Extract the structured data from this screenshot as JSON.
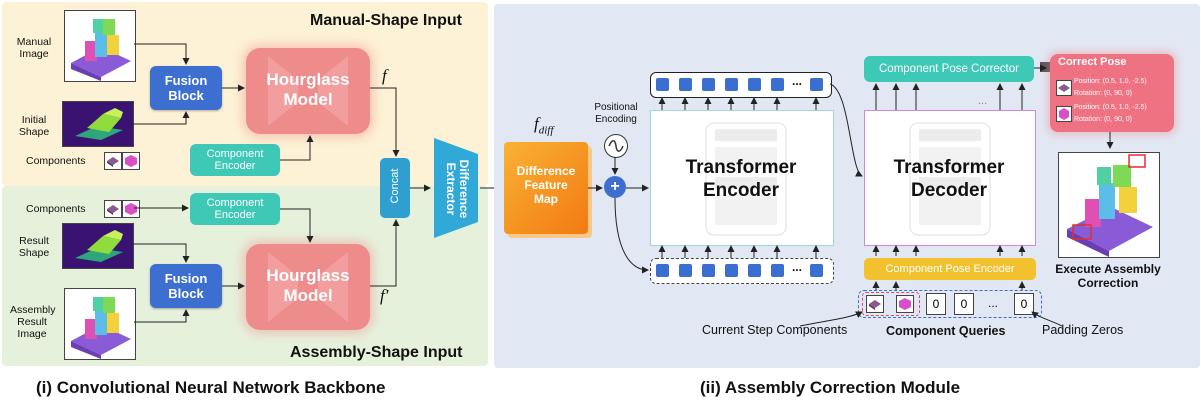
{
  "left_panel": {
    "manual_title": "Manual-Shape Input",
    "assembly_title": "Assembly-Shape Input",
    "manual_image_label": "Manual\nImage",
    "initial_shape_label": "Initial\nShape",
    "components_label_top": "Components",
    "components_label_bottom": "Components",
    "result_shape_label": "Result\nShape",
    "assembly_result_label": "Assembly\nResult\nImage",
    "fusion_block_top": "Fusion\nBlock",
    "fusion_block_bottom": "Fusion\nBlock",
    "component_encoder_top": "Component\nEncoder",
    "component_encoder_bottom": "Component\nEncoder",
    "hourglass_top": "Hourglass\nModel",
    "hourglass_bottom": "Hourglass\nModel",
    "feature_top": "f",
    "feature_bottom": "f′",
    "concat": "Concat",
    "difference_extractor": "Difference\nExtractor",
    "caption": "(i) Convolutional Neural Network Backbone"
  },
  "right_panel": {
    "f_diff": "f",
    "f_diff_sub": "diff",
    "difference_feature_map": "Difference\nFeature\nMap",
    "positional_encoding": "Positional\nEncoding",
    "plus": "+",
    "transformer_encoder": "Transformer\nEncoder",
    "transformer_decoder": "Transformer\nDecoder",
    "component_pose_corrector": "Component Pose Corrector",
    "component_pose_encoder": "Component Pose Encoder",
    "ellipsis": "...",
    "zero": "0",
    "current_step_components": "Current Step Components",
    "component_queries": "Component Queries",
    "padding_zeros": "Padding Zeros",
    "correct_pose": {
      "title": "Correct Pose",
      "entries": [
        {
          "position": "Position: (0.5, 1.0, -2.5)",
          "rotation": "Rotation: (0, 90, 0)"
        },
        {
          "position": "Position: (0.5, 1.0, -2.5)",
          "rotation": "Rotation: (0, 90, 0)"
        }
      ]
    },
    "execute": "Execute Assembly\nCorrection",
    "caption": "(ii) Assembly Correction Module"
  },
  "colors": {
    "manual_bg": "#fdf2d6",
    "assembly_bg": "#e6f1dc",
    "right_bg": "#e2e8f3",
    "blue": "#3d6fd0",
    "teal": "#3ec8b6",
    "hourglass": "#ee8c8c",
    "orange": "#f59a1f",
    "pose_encoder": "#f2c12e",
    "correct_pose": "#ee7281"
  }
}
